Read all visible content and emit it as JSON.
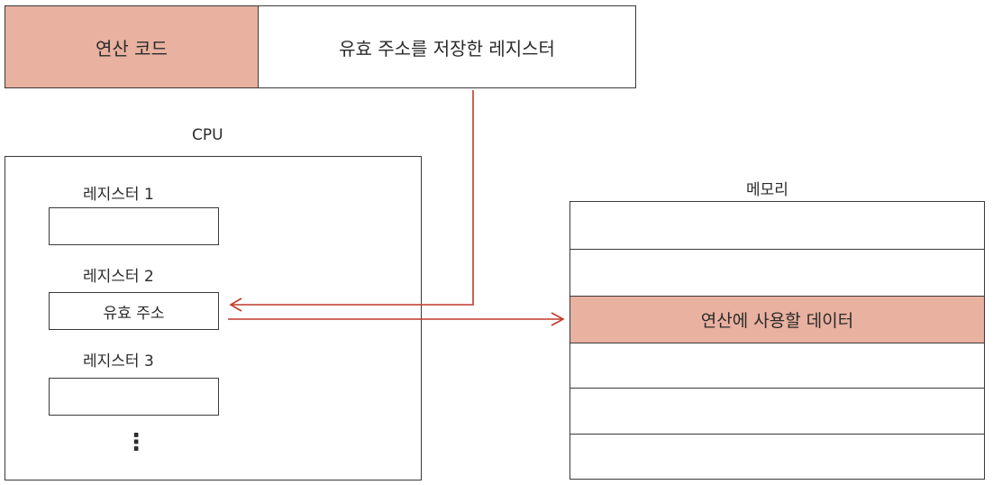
{
  "instruction": {
    "opcode_label": "연산 코드",
    "address_field_label": "유효 주소를 저장한 레지스터"
  },
  "cpu": {
    "title": "CPU",
    "registers": [
      {
        "name": "레지스터 1",
        "value": ""
      },
      {
        "name": "레지스터 2",
        "value": "유효 주소"
      },
      {
        "name": "레지스터 3",
        "value": ""
      }
    ],
    "more": "⋮"
  },
  "memory": {
    "title": "메모리",
    "cells": [
      "",
      "",
      "연산에 사용할 데이터",
      "",
      "",
      ""
    ]
  },
  "colors": {
    "highlight": "#e8b1a0",
    "arrow": "#c0392b",
    "border": "#3a3a3a"
  }
}
